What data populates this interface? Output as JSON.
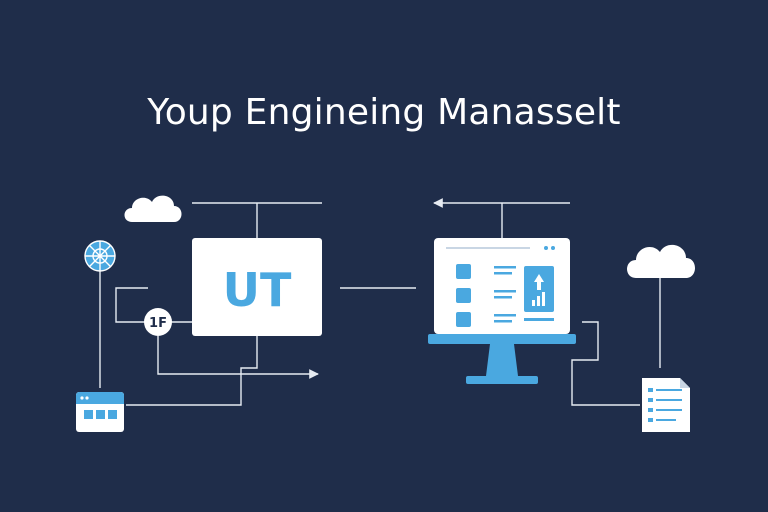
{
  "title": "Youp Engineing Manasselt",
  "ut_box": {
    "label": "UT"
  },
  "small_node": {
    "label": "1F"
  },
  "colors": {
    "background": "#1f2d4a",
    "line": "#e6ebf2",
    "card": "#ffffff",
    "accent": "#4aa8e0",
    "accent_dark": "#2f7fbf"
  },
  "icons": [
    "cloud-icon",
    "network-globe-icon",
    "browser-window-icon",
    "monitor-icon",
    "document-icon"
  ]
}
